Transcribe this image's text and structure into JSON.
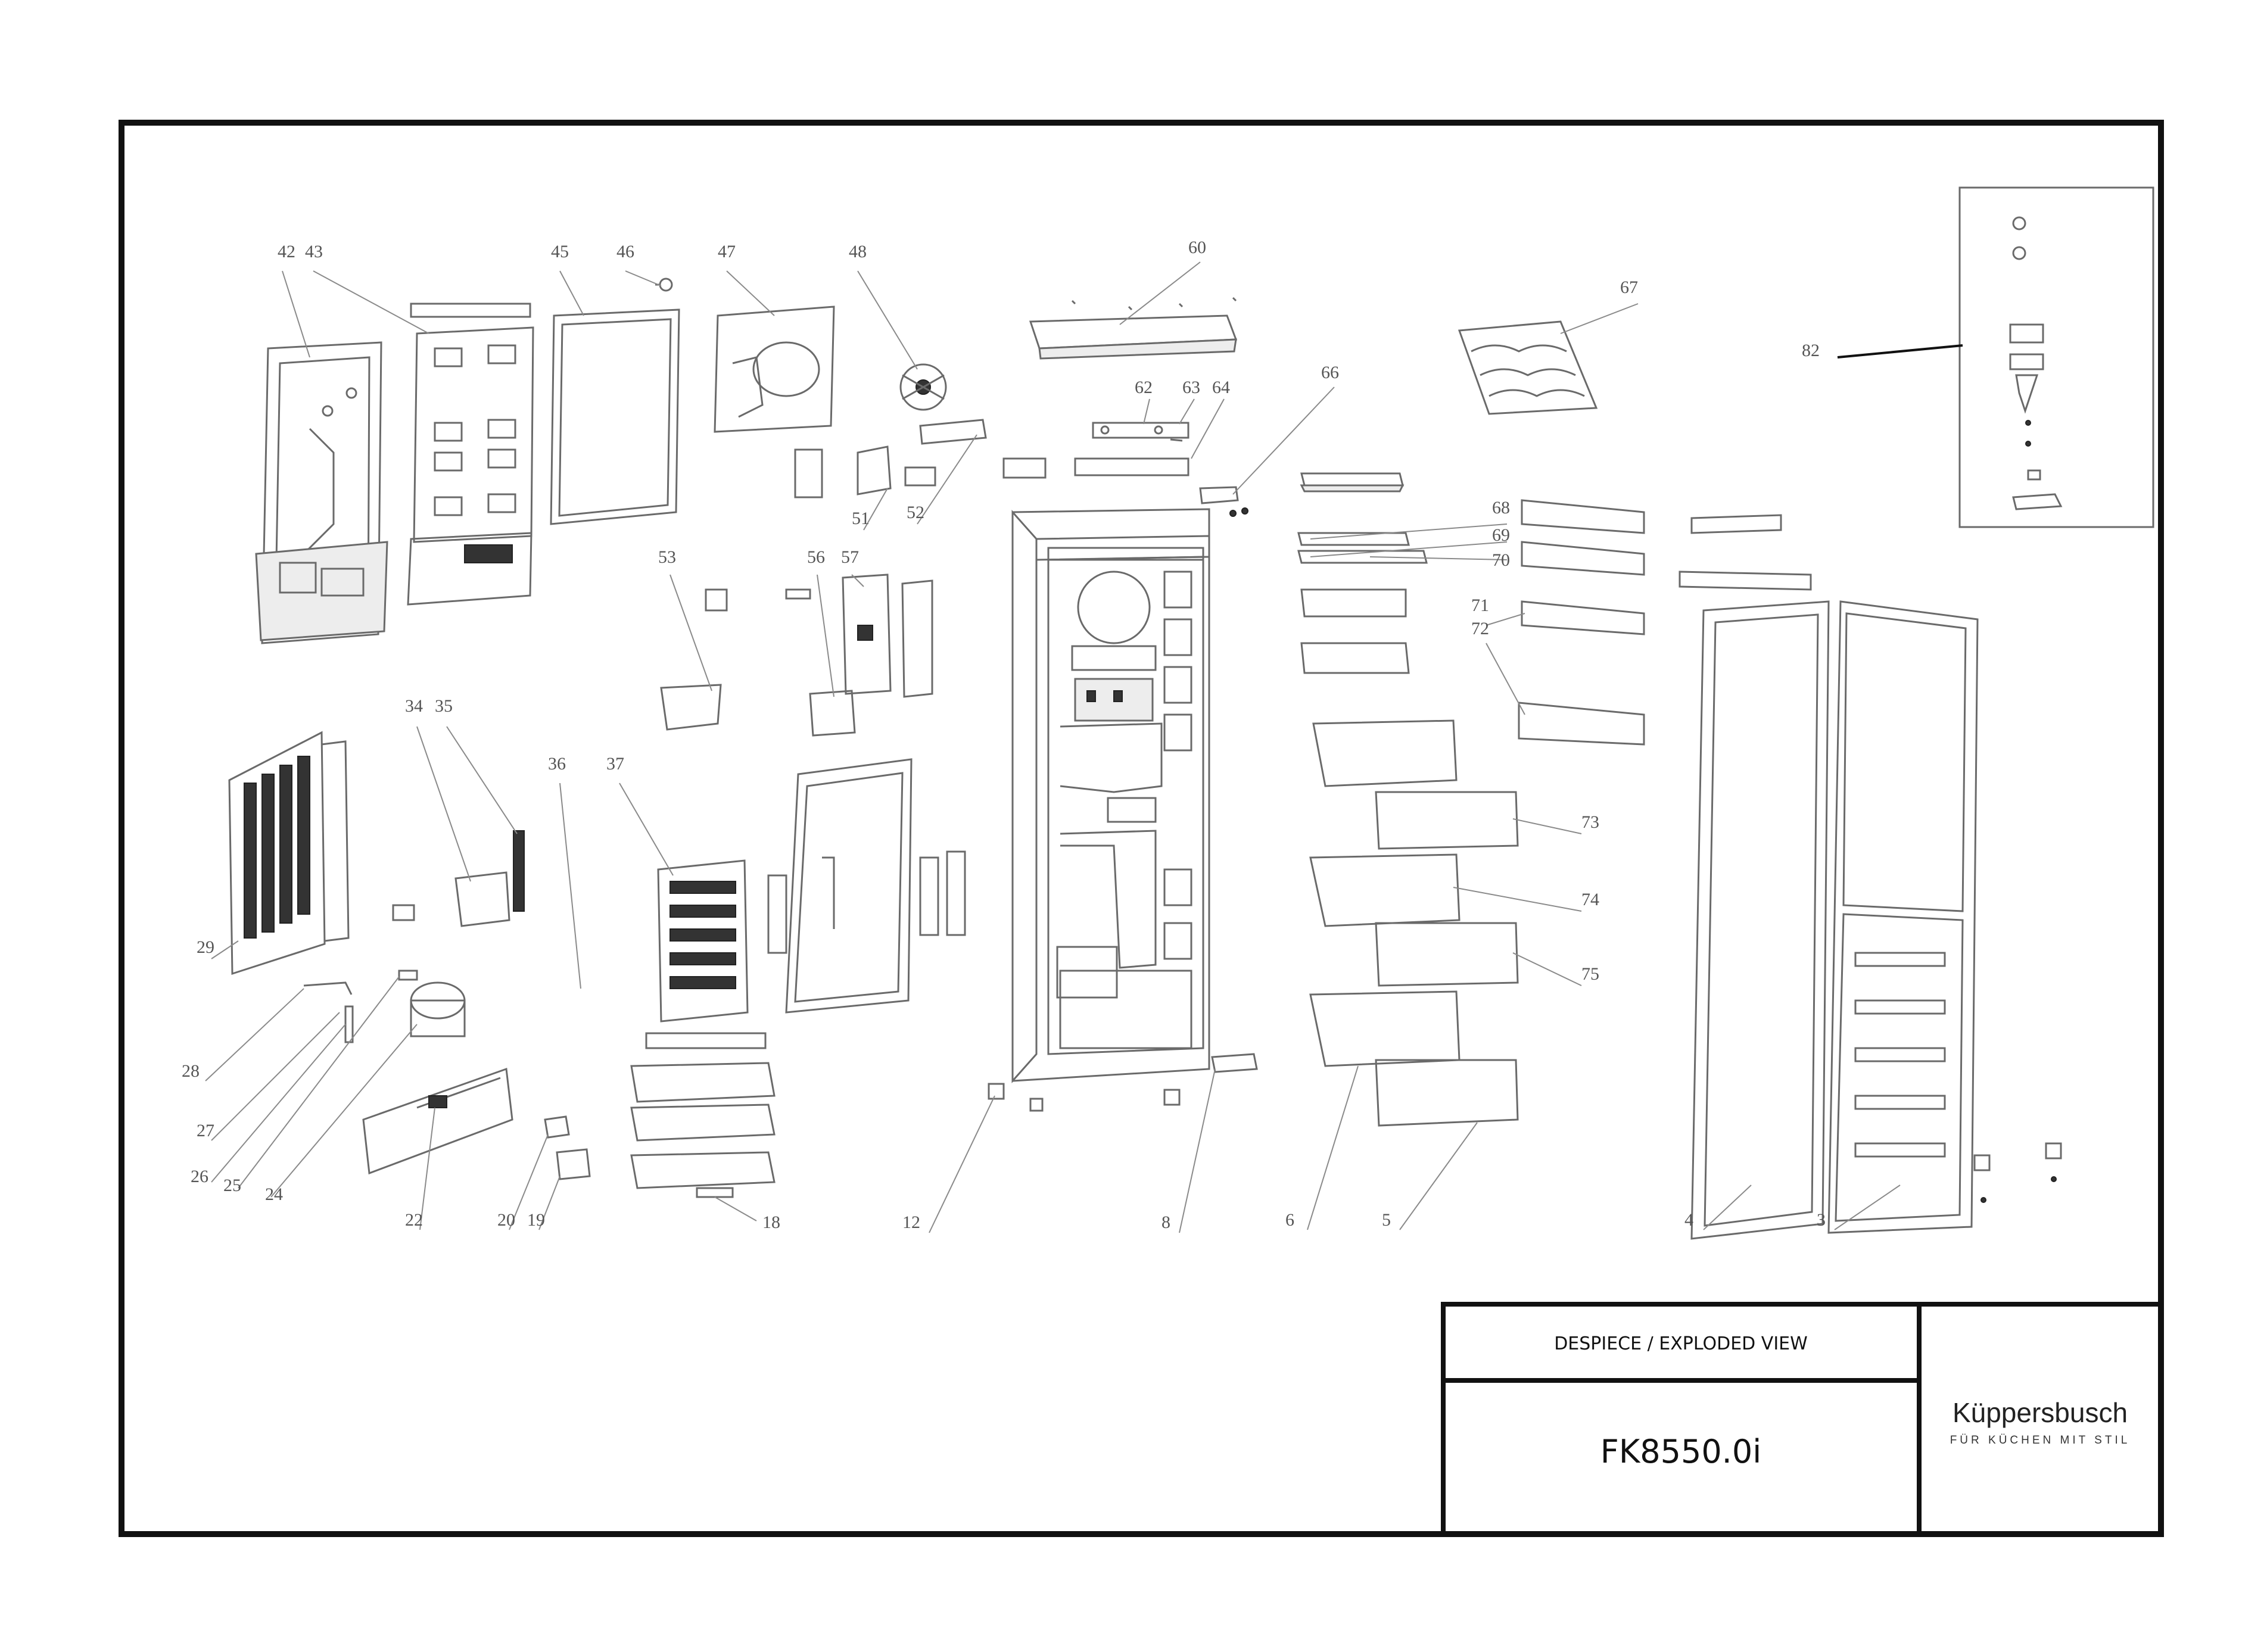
{
  "title_block": {
    "header": "DESPIECE / EXPLODED VIEW",
    "model": "FK8550.0i"
  },
  "brand": {
    "name": "Küppersbusch",
    "slogan": "FÜR KÜCHEN MIT STIL"
  },
  "part_numbers": [
    "42",
    "43",
    "45",
    "46",
    "47",
    "48",
    "60",
    "62",
    "63",
    "64",
    "66",
    "67",
    "82",
    "51",
    "52",
    "53",
    "56",
    "57",
    "68",
    "69",
    "70",
    "71",
    "72",
    "73",
    "74",
    "75",
    "34",
    "35",
    "36",
    "37",
    "29",
    "28",
    "27",
    "26",
    "25",
    "24",
    "22",
    "20",
    "19",
    "18",
    "12",
    "8",
    "6",
    "5",
    "4",
    "3"
  ],
  "colors": {
    "frame": "#111111",
    "line_art": "#6a6a6a",
    "labels": "#555555"
  }
}
